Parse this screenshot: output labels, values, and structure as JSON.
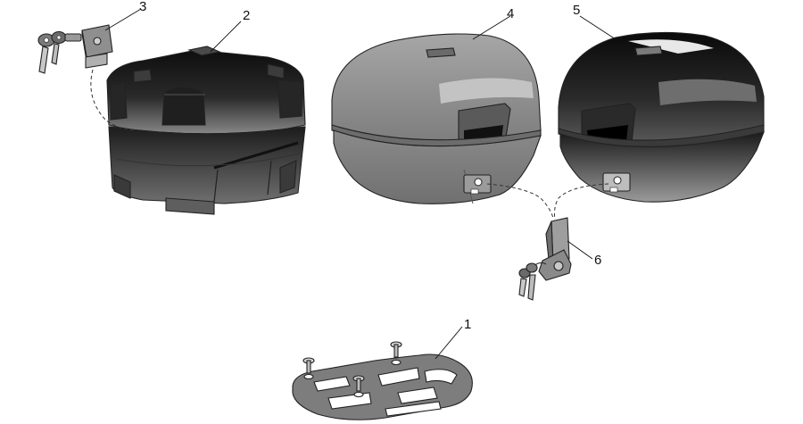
{
  "callouts": [
    {
      "id": "1",
      "label": "1"
    },
    {
      "id": "2",
      "label": "2"
    },
    {
      "id": "3",
      "label": "3"
    },
    {
      "id": "4",
      "label": "4"
    },
    {
      "id": "5",
      "label": "5"
    },
    {
      "id": "6",
      "label": "6"
    }
  ],
  "colors": {
    "line": "#222222",
    "grey_shell": "#8e8e8e",
    "grey_light": "#b4b4b4",
    "dark_shell": "#1a1a1a",
    "plate": "#7d7d7d"
  },
  "parts": [
    {
      "callout": "1",
      "icon": "mounting-plate-icon"
    },
    {
      "callout": "2",
      "icon": "small-top-case-icon"
    },
    {
      "callout": "3",
      "icon": "key-lock-icon"
    },
    {
      "callout": "4",
      "icon": "grey-top-case-icon"
    },
    {
      "callout": "5",
      "icon": "black-top-case-icon"
    },
    {
      "callout": "6",
      "icon": "lock-bracket-icon"
    }
  ]
}
